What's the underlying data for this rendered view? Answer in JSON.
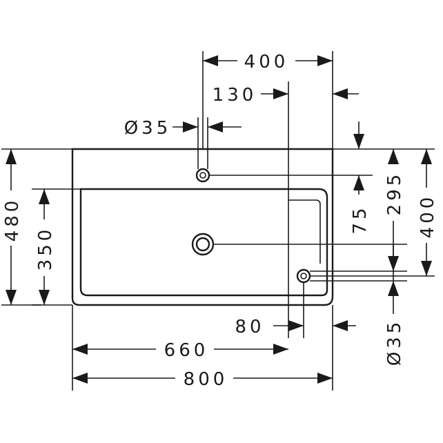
{
  "dimensions": {
    "top_400": "400",
    "offset_130": "130",
    "dia_top": "Ø35",
    "depth_295": "295",
    "depth_75": "75",
    "depth_400": "400",
    "height_480": "480",
    "height_350": "350",
    "offset_80": "80",
    "dia_side": "Ø35",
    "width_660": "660",
    "width_800": "800"
  },
  "colors": {
    "line": "#1a1a1a",
    "background": "#ffffff"
  }
}
